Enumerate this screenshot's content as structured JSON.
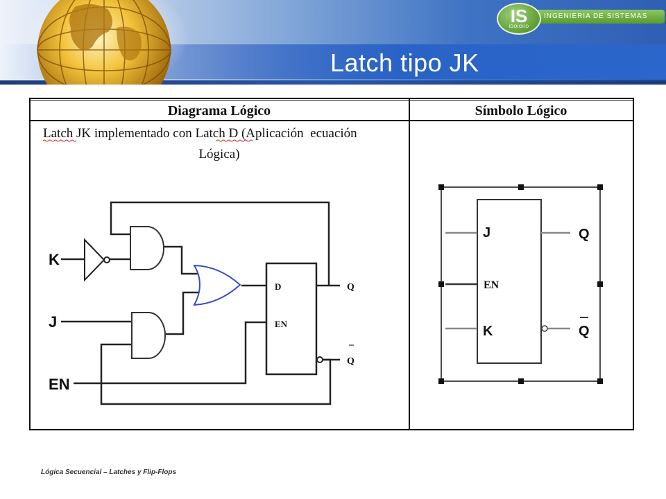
{
  "slide": {
    "title": "Latch tipo JK",
    "footer": "Lógica Secuencial – Latches y Flip-Flops"
  },
  "logo": {
    "badge": "IS",
    "badge_sub": "IDOIOIIO",
    "name": "INGENIERIA DE SISTEMAS"
  },
  "table": {
    "headers": [
      "Diagrama Lógico",
      "Símbolo Lógico"
    ],
    "caption_line1": "Latch JK implementado con Latch D (Aplicación  ecuación",
    "caption_line2": "Lógica)"
  },
  "logic_diagram": {
    "inputs": [
      "K",
      "J",
      "EN"
    ],
    "latch_pins": [
      "D",
      "EN"
    ],
    "outputs": [
      "Q",
      "Q"
    ]
  },
  "symbol": {
    "pins_left": [
      "J",
      "EN",
      "K"
    ],
    "pins_right": [
      "Q",
      "Q"
    ]
  },
  "colors": {
    "or_gate": "#3a4bd0",
    "header_blue": "#2a63c6"
  }
}
